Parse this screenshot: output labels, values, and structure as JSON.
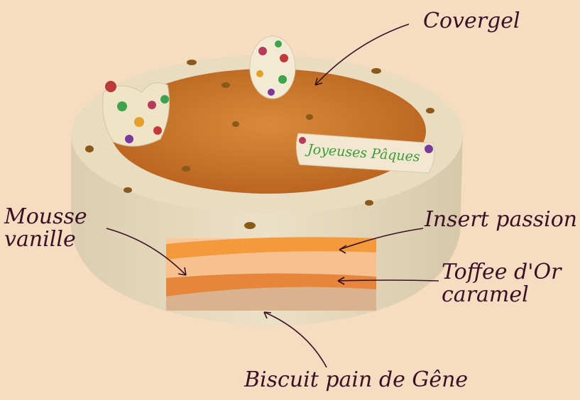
{
  "labels": {
    "covergel": "Covergel",
    "mousse_line1": "Mousse",
    "mousse_line2": "vanille",
    "insert": "Insert passion",
    "toffee_line1": "Toffee d'Or",
    "toffee_line2": "caramel",
    "biscuit": "Biscuit pain de Gêne"
  },
  "plaque_text": "Joyeuses Pâques",
  "colors": {
    "background": "#f6dcc0",
    "mousse": "#e9dcc0",
    "glaze": "#c8722a",
    "insert_passion": "#f39a3d",
    "mousse_band": "#f8c79a",
    "toffee_caramel": "#e7863a",
    "biscuit": "#d9b28e",
    "label_text": "#3a1024"
  },
  "icons": [
    "egg-icon",
    "hen-icon"
  ]
}
